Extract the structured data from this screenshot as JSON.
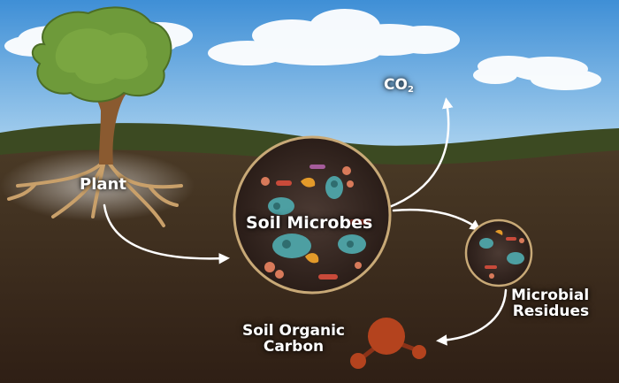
{
  "labels": {
    "plant": "Plant",
    "soil_microbes": "Soil Microbes",
    "co2_main": "CO",
    "co2_sub": "2",
    "microbial_residues": [
      "Microbial",
      "Residues"
    ],
    "soil_organic_carbon": [
      "Soil Organic",
      "Carbon"
    ]
  },
  "colors": {
    "sky_top": "#3f8fd6",
    "sky_bottom": "#b7daf2",
    "hill": "#3c4a22",
    "soil_top": "#4a3a26",
    "soil_bottom": "#2f1f15",
    "foliage": "#6e9a3a",
    "trunk": "#8a5a30",
    "roots": "#c9a06a",
    "circle_ring": "#c8a977",
    "circle_fill": "#3a2a24",
    "arrow": "#ffffff",
    "carbon_node": "#b4431e"
  }
}
